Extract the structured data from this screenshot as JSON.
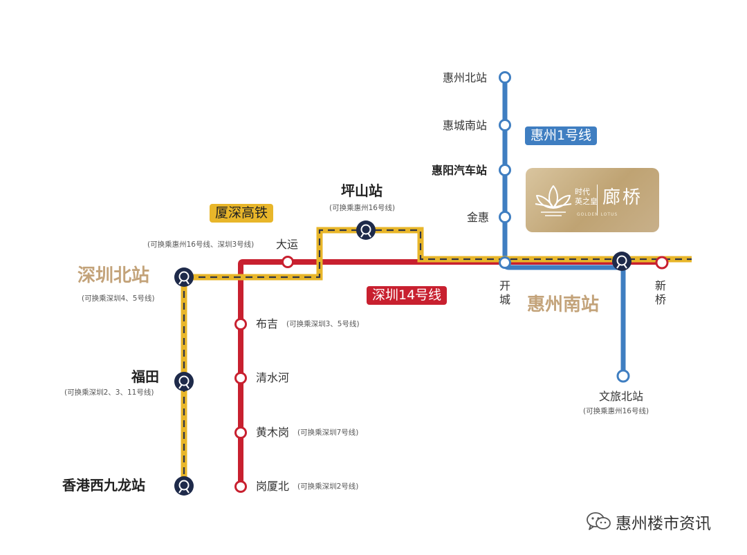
{
  "lines": {
    "rail_name": "厦深高铁",
    "metro14_name": "深圳14号线",
    "hz1_name": "惠州1号线",
    "colors": {
      "rail": "#e8b62a",
      "rail_dash": "#2e3446",
      "metro14": "#c8202f",
      "hz1": "#3f7ec1",
      "hub": "#1e2a4a",
      "gold_label": "#c3a37a"
    }
  },
  "stations": {
    "huizhou_north": "惠州北站",
    "huicheng_south": "惠城南站",
    "huiyang_bus": "惠阳汽车站",
    "jinhui": "金惠",
    "kaicheng": "开城",
    "huizhou_south": "惠州南站",
    "xinqiao": "新桥",
    "wenlv_north": "文旅北站",
    "wenlv_north_note": "(可换乘惠州16号线)",
    "pingshan": "坪山站",
    "pingshan_note": "(可换乘惠州16号线)",
    "dayun": "大运",
    "dayun_note": "(可换乘惠州16号线、深圳3号线)",
    "shenzhen_north": "深圳北站",
    "shenzhen_north_note": "(可换乘深圳4、5号线)",
    "buji": "布吉",
    "buji_note": "(可换乘深圳3、5号线)",
    "qingshuihe": "清水河",
    "huangmugang": "黄木岗",
    "huangmugang_note": "(可换乘深圳7号线)",
    "gangxiabei": "岗厦北",
    "gangxiabei_note": "(可换乘深圳2号线)",
    "futian": "福田",
    "futian_note": "(可换乘深圳2、3、11号线)",
    "hk_west_kowloon": "香港西九龙站"
  },
  "brand": {
    "name": "廊桥",
    "sub_line1": "时代",
    "sub_line2": "英之皇",
    "en": "GOLDEN LOTUS"
  },
  "watermark": {
    "text": "惠州楼市资讯",
    "icon": "wechat-icon"
  }
}
